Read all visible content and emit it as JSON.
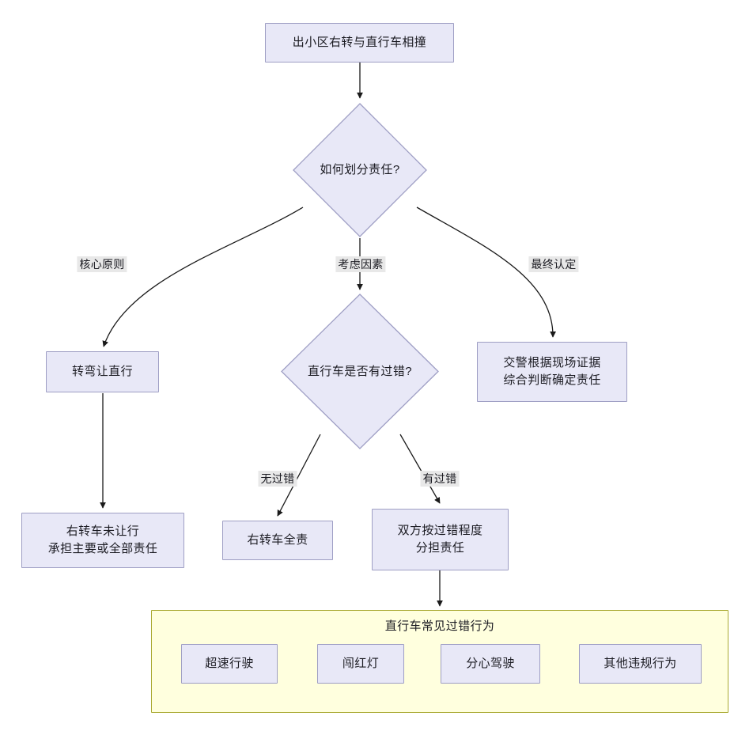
{
  "diagram": {
    "type": "flowchart",
    "title_node": "出小区右转与直行车相撞",
    "nodes": {
      "start": {
        "label": "出小区右转与直行车相撞",
        "shape": "rect"
      },
      "decision_main": {
        "label": "如何划分责任?",
        "shape": "diamond"
      },
      "principle": {
        "label": "转弯让直行",
        "shape": "rect"
      },
      "decision_fault": {
        "label": "直行车是否有过错?",
        "shape": "diamond"
      },
      "police": {
        "label": "交警根据现场证据\n综合判断确定责任",
        "shape": "rect"
      },
      "result_left": {
        "label": "右转车未让行\n承担主要或全部责任",
        "shape": "rect"
      },
      "result_no_fault": {
        "label": "右转车全责",
        "shape": "rect"
      },
      "result_fault": {
        "label": "双方按过错程度\n分担责任",
        "shape": "rect"
      }
    },
    "edge_labels": {
      "core_principle": "核心原则",
      "consider_factors": "考虑因素",
      "final_determination": "最终认定",
      "no_fault": "无过错",
      "has_fault": "有过错"
    },
    "subgraph": {
      "title": "直行车常见过错行为",
      "items": [
        {
          "label": "超速行驶"
        },
        {
          "label": "闯红灯"
        },
        {
          "label": "分心驾驶"
        },
        {
          "label": "其他违规行为"
        }
      ]
    },
    "colors": {
      "node_fill": "#e8e8f7",
      "node_stroke": "#9e9ec4",
      "subgraph_fill": "#ffffde",
      "subgraph_stroke": "#aaaa33",
      "edge_stroke": "#1a1a1a",
      "edge_label_bg": "#e8e8e8",
      "text": "#1b1b22"
    }
  }
}
